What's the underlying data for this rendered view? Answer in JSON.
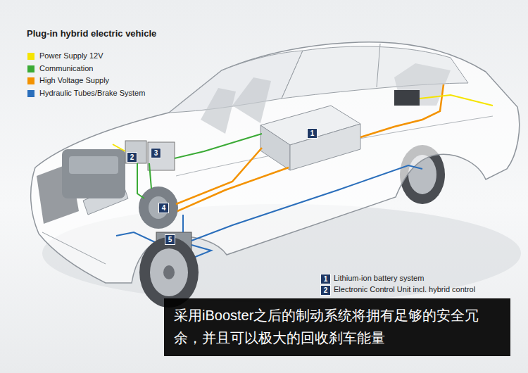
{
  "diagram": {
    "title": "Plug-in hybrid electric vehicle",
    "caption": "采用iBooster之后的制动系统将拥有足够的安全冗余，并且可以极大的回收刹车能量",
    "labels": [
      "1",
      "2",
      "3",
      "4",
      "5",
      "1",
      "Lithium-ion battery system",
      "2",
      "Electronic Control Unit incl. hybrid control"
    ],
    "legend": [
      {
        "text": "Power Supply 12V",
        "color": "#f5e400"
      },
      {
        "text": "Communication",
        "color": "#3aaa35"
      },
      {
        "text": "High Voltage Supply",
        "color": "#f39200"
      },
      {
        "text": "Hydraulic Tubes/Brake System",
        "color": "#2a6ebb"
      }
    ]
  }
}
